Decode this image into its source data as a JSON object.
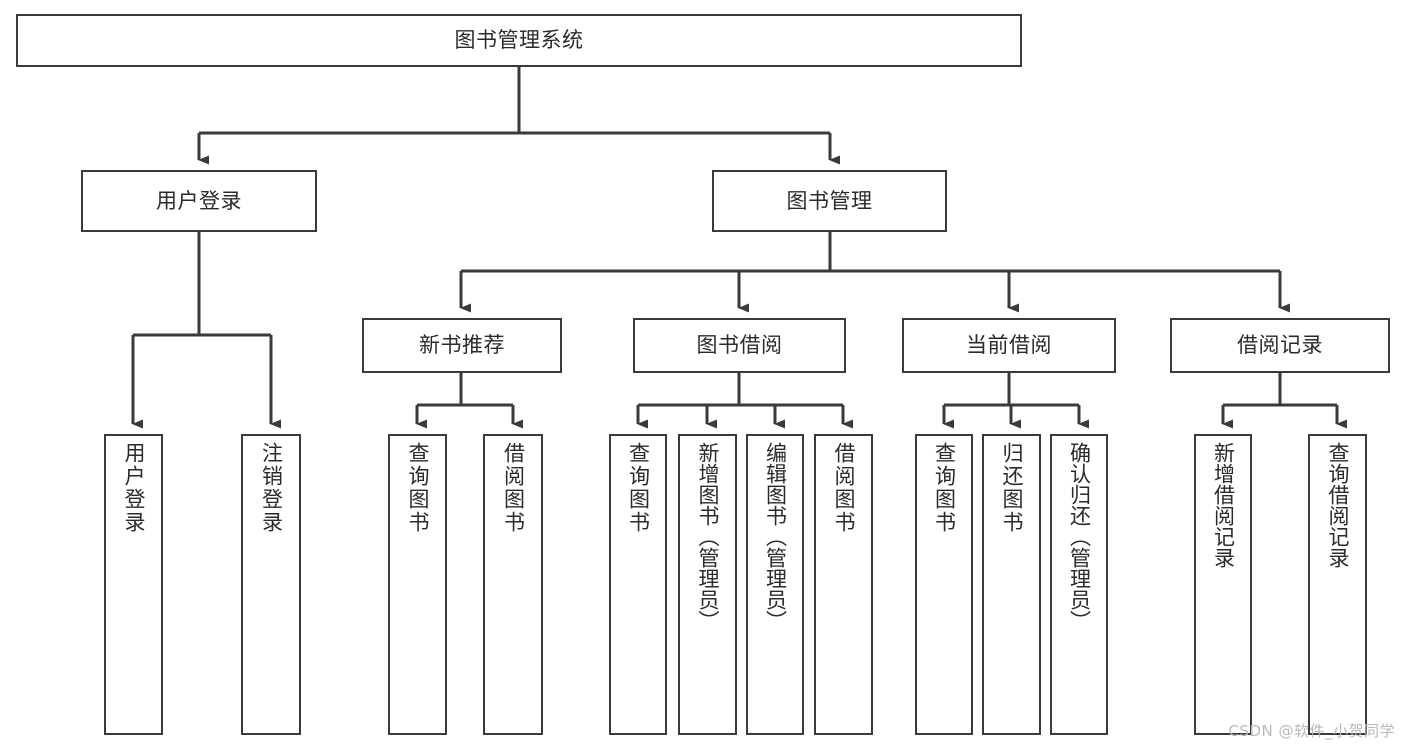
{
  "diagram": {
    "title": "图书管理系统",
    "type": "tree",
    "style": {
      "border_color": "#3a3a3a",
      "box_fill": "#ffffff",
      "text_color": "#2b2b2b",
      "background": "#ffffff",
      "watermark_color": "#b9b9b9"
    },
    "root": {
      "label": "图书管理系统"
    },
    "level2": [
      {
        "label": "用户登录"
      },
      {
        "label": "图书管理"
      }
    ],
    "level3": [
      {
        "label": "新书推荐"
      },
      {
        "label": "图书借阅"
      },
      {
        "label": "当前借阅"
      },
      {
        "label": "借阅记录"
      }
    ],
    "leaves": {
      "user_login": [
        {
          "label": "用户登录"
        },
        {
          "label": "注销登录"
        }
      ],
      "new_book_recommend": [
        {
          "label": "查询图书"
        },
        {
          "label": "借阅图书"
        }
      ],
      "book_borrow": [
        {
          "label": "查询图书"
        },
        {
          "label": "新增图书（管理员）"
        },
        {
          "label": "编辑图书（管理员）"
        },
        {
          "label": "借阅图书"
        }
      ],
      "current_borrow": [
        {
          "label": "查询图书"
        },
        {
          "label": "归还图书"
        },
        {
          "label": "确认归还（管理员）"
        }
      ],
      "borrow_record": [
        {
          "label": "新增借阅记录"
        },
        {
          "label": "查询借阅记录"
        }
      ]
    }
  },
  "watermark": {
    "text": "CSDN @软件_小贺同学"
  }
}
